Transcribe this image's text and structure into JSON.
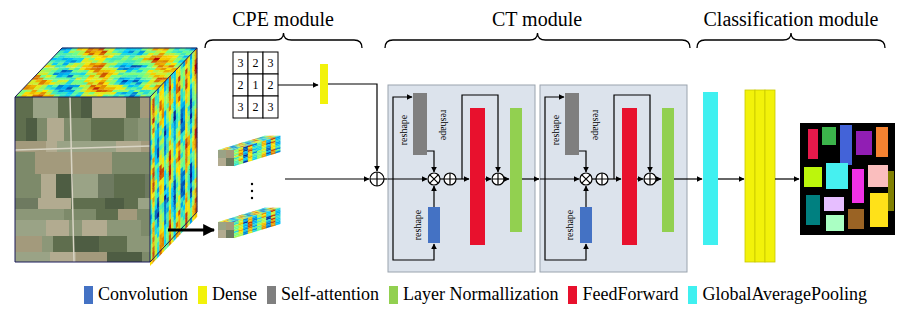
{
  "diagram": {
    "labels": [
      "CPE module",
      "CT module",
      "Classification module",
      "3",
      "2",
      "3",
      "2",
      "1",
      "2",
      "3",
      "2",
      "3",
      "reshape",
      "reshape",
      "reshape",
      "reshape",
      "reshape",
      "reshape"
    ],
    "legend": [
      {
        "text": "Convolution",
        "color": "#4472c4"
      },
      {
        "text": "Dense",
        "color": "#f2f20a"
      },
      {
        "text": "Self-attention",
        "color": "#7f7f7f"
      },
      {
        "text": "Layer Normallization",
        "color": "#92d050"
      },
      {
        "text": "FeedForward",
        "color": "#e8112d"
      },
      {
        "text": "GlobalAveragePooling",
        "color": "#3ff0f0"
      }
    ]
  }
}
